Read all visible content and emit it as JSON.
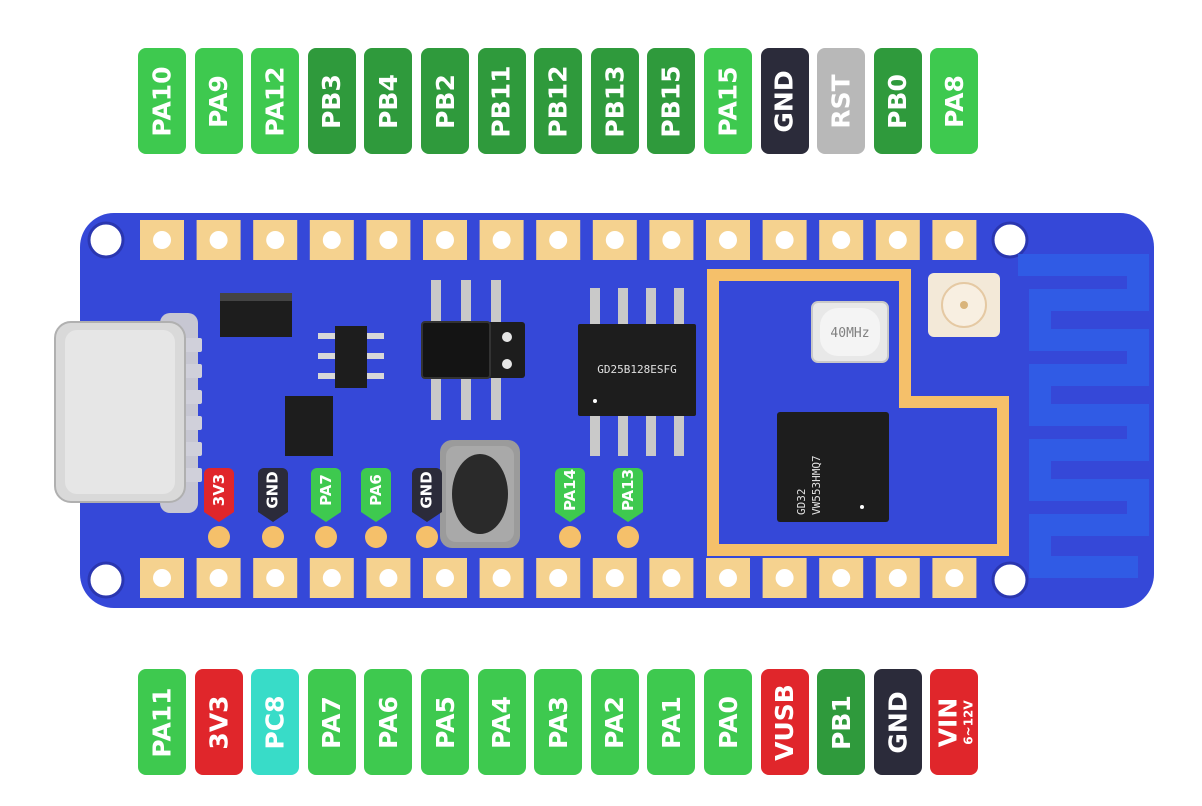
{
  "colors": {
    "light_green": "#3ec94f",
    "dark_green": "#2f9a3c",
    "black": "#2b2b3a",
    "grey": "#b8b8b8",
    "red": "#e0262b",
    "cyan": "#38dcc8",
    "board_blue": "#3548d8",
    "pad_gold": "#f5d28f"
  },
  "top_pins": [
    {
      "label": "PA10",
      "color": "#3ec94f"
    },
    {
      "label": "PA9",
      "color": "#3ec94f"
    },
    {
      "label": "PA12",
      "color": "#3ec94f"
    },
    {
      "label": "PB3",
      "color": "#2f9a3c"
    },
    {
      "label": "PB4",
      "color": "#2f9a3c"
    },
    {
      "label": "PB2",
      "color": "#2f9a3c"
    },
    {
      "label": "PB11",
      "color": "#2f9a3c"
    },
    {
      "label": "PB12",
      "color": "#2f9a3c"
    },
    {
      "label": "PB13",
      "color": "#2f9a3c"
    },
    {
      "label": "PB15",
      "color": "#2f9a3c"
    },
    {
      "label": "PA15",
      "color": "#3ec94f"
    },
    {
      "label": "GND",
      "color": "#2b2b3a"
    },
    {
      "label": "RST",
      "color": "#b8b8b8"
    },
    {
      "label": "PB0",
      "color": "#2f9a3c"
    },
    {
      "label": "PA8",
      "color": "#3ec94f"
    }
  ],
  "bottom_pins": [
    {
      "label": "PA11",
      "color": "#3ec94f"
    },
    {
      "label": "3V3",
      "color": "#e0262b"
    },
    {
      "label": "PC8",
      "color": "#38dcc8"
    },
    {
      "label": "PA7",
      "color": "#3ec94f"
    },
    {
      "label": "PA6",
      "color": "#3ec94f"
    },
    {
      "label": "PA5",
      "color": "#3ec94f"
    },
    {
      "label": "PA4",
      "color": "#3ec94f"
    },
    {
      "label": "PA3",
      "color": "#3ec94f"
    },
    {
      "label": "PA2",
      "color": "#3ec94f"
    },
    {
      "label": "PA1",
      "color": "#3ec94f"
    },
    {
      "label": "PA0",
      "color": "#3ec94f"
    },
    {
      "label": "VUSB",
      "color": "#e0262b"
    },
    {
      "label": "PB1",
      "color": "#2f9a3c"
    },
    {
      "label": "GND",
      "color": "#2b2b3a"
    },
    {
      "label": "VIN",
      "sub": "6~12V",
      "color": "#e0262b"
    }
  ],
  "board_tags": [
    {
      "label": "3V3",
      "color": "#e0262b"
    },
    {
      "label": "GND",
      "color": "#2b2b3a"
    },
    {
      "label": "PA7",
      "color": "#3ec94f"
    },
    {
      "label": "PA6",
      "color": "#3ec94f"
    },
    {
      "label": "GND",
      "color": "#2b2b3a"
    },
    {
      "label": "PA14",
      "color": "#3ec94f"
    },
    {
      "label": "PA13",
      "color": "#3ec94f"
    }
  ],
  "chips": {
    "flash": "GD25B128ESFG",
    "crystal": "40MHz",
    "mcu_line1": "GD32",
    "mcu_line2": "VW553HMQ7"
  }
}
